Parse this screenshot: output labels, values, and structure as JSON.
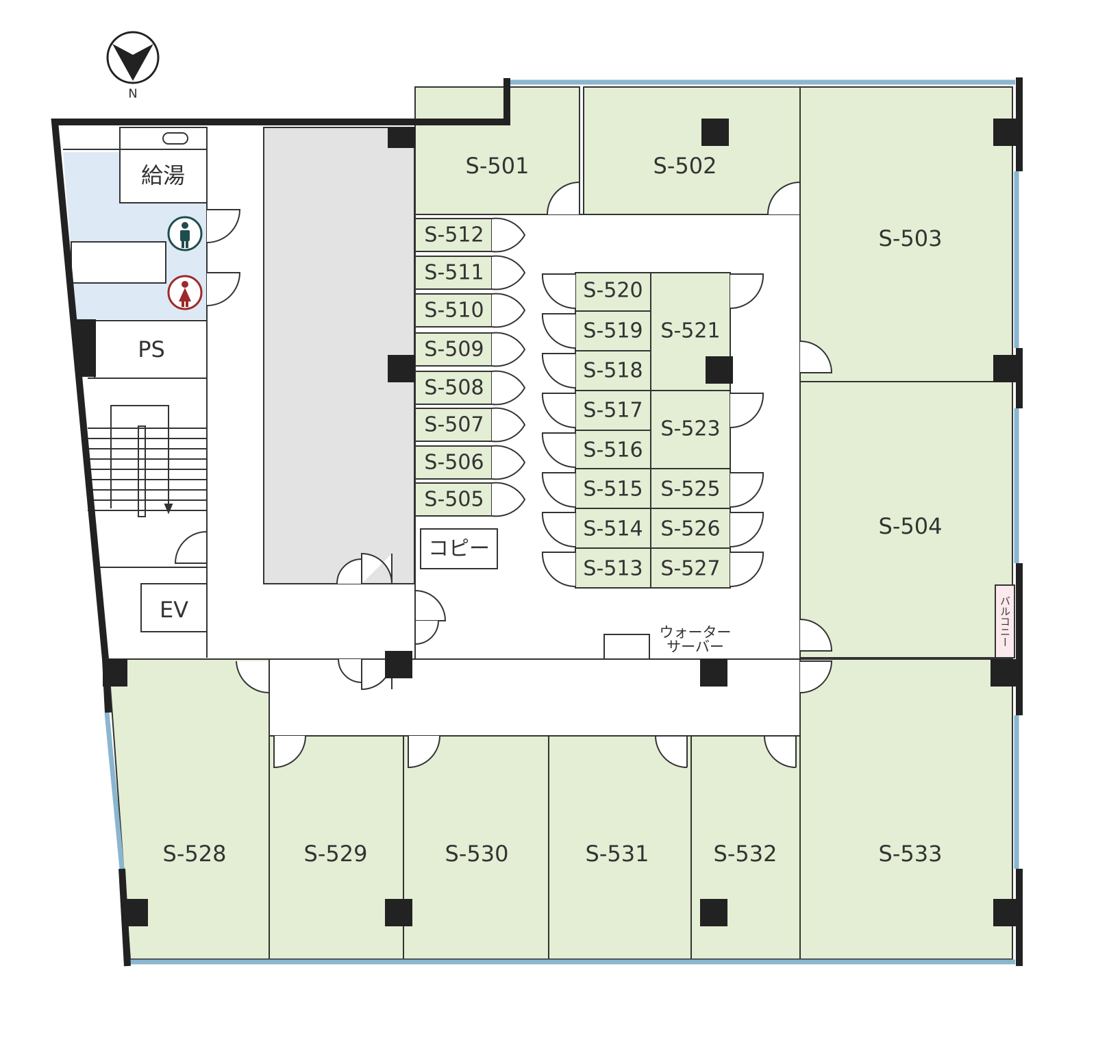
{
  "compass": {
    "label": "N"
  },
  "colors": {
    "office": "#e3eed4",
    "restroom": "#dde9f5",
    "void": "#e3e3e3",
    "wall": "#222222",
    "window": "#8ab6cf",
    "balcony": "#fce9ee",
    "icon_male": "#1f4d4d",
    "icon_female": "#9b2a2a"
  },
  "facilities": {
    "kitchenette": "給湯",
    "ps": "PS",
    "elevator": "EV",
    "copy": "コピー",
    "water_server_line1": "ウォーター",
    "water_server_line2": "サーバー",
    "balcony": "バルコニー"
  },
  "rooms": {
    "s501": "S-501",
    "s502": "S-502",
    "s503": "S-503",
    "s504": "S-504",
    "s505": "S-505",
    "s506": "S-506",
    "s507": "S-507",
    "s508": "S-508",
    "s509": "S-509",
    "s510": "S-510",
    "s511": "S-511",
    "s512": "S-512",
    "s513": "S-513",
    "s514": "S-514",
    "s515": "S-515",
    "s516": "S-516",
    "s517": "S-517",
    "s518": "S-518",
    "s519": "S-519",
    "s520": "S-520",
    "s521": "S-521",
    "s523": "S-523",
    "s525": "S-525",
    "s526": "S-526",
    "s527": "S-527",
    "s528": "S-528",
    "s529": "S-529",
    "s530": "S-530",
    "s531": "S-531",
    "s532": "S-532",
    "s533": "S-533"
  }
}
